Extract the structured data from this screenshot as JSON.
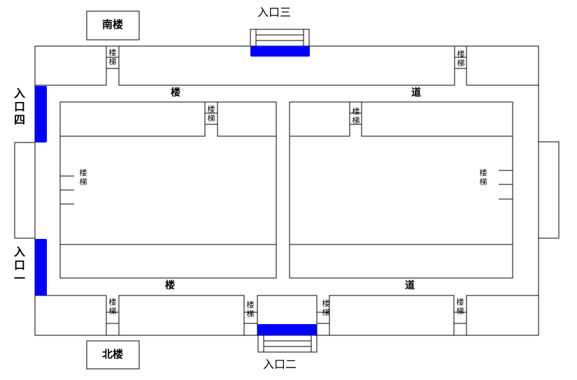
{
  "labels": {
    "south_building": "南楼",
    "north_building": "北楼",
    "entrance_1": "入口一",
    "entrance_2": "入口二",
    "entrance_3": "入口三",
    "entrance_4": "入口四",
    "corridor_char_1": "楼",
    "corridor_char_2": "道",
    "stairs": "楼梯"
  },
  "colors": {
    "entrance_marker": "#0000ff",
    "lines": "#000000",
    "background": "#ffffff"
  }
}
